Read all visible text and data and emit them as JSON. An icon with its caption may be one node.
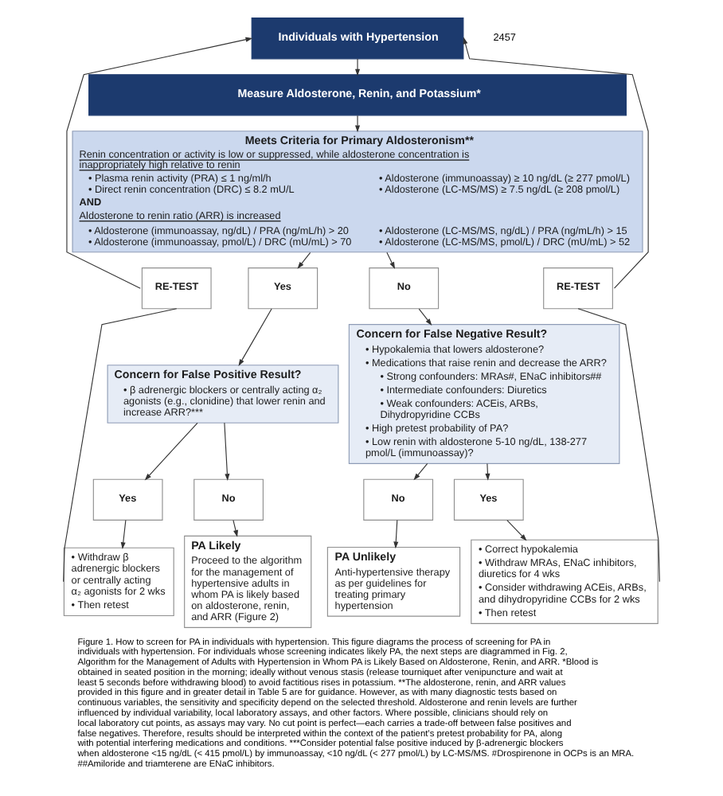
{
  "diagram": {
    "caption": "Figure 1. How to screen for PA in individuals with hypertension. This figure diagrams the process of screening for PA in individuals with hypertension. For individuals whose screening indicates likely PA, the next steps are diagrammed in Fig. 2, Algorithm for the Management of Adults with Hypertension in Whom PA is Likely Based on Aldosterone, Renin, and ARR. *Blood is obtained in seated position in the morning; ideally without venous stasis (release tourniquet after venipuncture and wait at least 5 seconds before withdrawing blood) to avoid factitious rises in potassium. **The aldosterone, renin, and ARR values provided in this figure and in greater detail in Table 5 are for guidance. However, as with many diagnostic tests based on continuous variables, the sensitivity and specificity depend on the selected threshold. Aldosterone and renin levels are further influenced by individual variability, local laboratory assays, and other factors. Where possible, clinicians should rely on local laboratory cut points, as assays may vary. No cut point is perfect—each carries a trade-off between false positives and false negatives. Therefore, results should be interpreted within the context of the patient’s pretest probability for PA, along with potential interfering medications and conditions. ***Consider potential false positive induced by β-adrenergic blockers when aldosterone <15 ng/dL (< 415 pmol/L) by immunoassay, <10 ng/dL (< 277 pmol/L) by LC-MS/MS. #Drospirenone in OCPs is an MRA. ##Amiloride and triamterene are ENaC inhibitors.",
    "nodes": [
      {
        "text": [
          "Individuals with Hypertension"
        ]
      },
      {
        "text": [
          "Measure Aldosterone, Renin, and Potassium*"
        ]
      },
      {
        "text": [
          "Meets Criteria for Primary Aldosteronism**",
          "Renin concentration or activity is low or suppressed, while aldosterone concentration is inappropriately high relative to renin",
          "• Plasma renin activity (PRA) ≤ 1 ng/ml/h",
          "• Direct renin concentration (DRC) ≤ 8.2 mU/L",
          "• Aldosterone (immunoassay) ≥ 10 ng/dL (≥ 277 pmol/L)",
          "• Aldosterone (LC-MS/MS) ≥ 7.5 ng/dL (≥ 208 pmol/L)",
          "AND",
          "Aldosterone to renin ratio (ARR) is increased",
          "• Aldosterone (immunoassay, ng/dL) / PRA (ng/mL/h) > 20",
          "• Aldosterone (immunoassay, pmol/L) / DRC (mU/mL) > 70",
          "• Aldosterone (LC-MS/MS, ng/dL) / PRA (ng/mL/h) > 15",
          "• Aldosterone (LC-MS/MS, pmol/L) / DRC (mU/mL) > 52"
        ]
      },
      {
        "text": [
          "RE-TEST"
        ]
      },
      {
        "text": [
          "Yes"
        ]
      },
      {
        "text": [
          "No"
        ]
      },
      {
        "text": [
          "RE-TEST"
        ]
      },
      {
        "text": [
          "Concern for False Positive Result?",
          "• β adrenergic blockers or centrally acting α₂ agonists (e.g., clonidine) that lower renin and increase ARR?***"
        ]
      },
      {
        "text": [
          "Concern for False Negative Result?",
          "• Hypokalemia that lowers aldosterone?",
          "• Medications that raise renin and decrease the ARR?",
          "• Strong confounders: MRAs#, ENaC inhibitors##",
          "• Intermediate confounders: Diuretics",
          "• Weak confounders: ACEis, ARBs, Dihydropyridine CCBs",
          "• High pretest probability of PA?",
          "• Low renin with aldosterone 5-10 ng/dL, 138-277 pmol/L (immunoassay)?"
        ]
      },
      {
        "text": [
          "Yes"
        ]
      },
      {
        "text": [
          "No"
        ]
      },
      {
        "text": [
          "No"
        ]
      },
      {
        "text": [
          "Yes"
        ]
      },
      {
        "text": [
          "• Withdraw β adrenergic blockers or centrally acting α₂ agonists for 2 wks",
          "• Then retest"
        ]
      },
      {
        "text": [
          "PA Likely",
          "Proceed to the algorithm for the management of hypertensive adults in whom PA is likely based on aldosterone, renin, and ARR (Figure 2)"
        ]
      },
      {
        "text": [
          "PA Unlikely",
          "Anti-hypertensive therapy as per guidelines for treating primary hypertension"
        ]
      },
      {
        "text": [
          "• Correct hypokalemia",
          "• Withdraw MRAs, ENaC inhibitors, diuretics for 4 wks",
          "• Consider withdrawing ACEis, ARBs, and dihydropyridine CCBs for 2 wks",
          "• Then retest"
        ]
      }
    ],
    "edges": [
      {
        "from": 0,
        "to": 1,
        "arrow": "to"
      },
      {
        "from": 1,
        "to": 2,
        "arrow": "to"
      },
      {
        "from": 2,
        "to": 4,
        "arrow": "to"
      },
      {
        "from": 2,
        "to": 5,
        "arrow": "to"
      },
      {
        "from": 4,
        "to": 7,
        "arrow": "to"
      },
      {
        "from": 5,
        "to": 8,
        "arrow": "to"
      },
      {
        "from": 7,
        "to": 9,
        "arrow": "to"
      },
      {
        "from": 7,
        "to": 10,
        "arrow": "to"
      },
      {
        "from": 8,
        "to": 11,
        "arrow": "to"
      },
      {
        "from": 8,
        "to": 12,
        "arrow": "to"
      },
      {
        "from": 9,
        "to": 13,
        "arrow": "to"
      },
      {
        "from": 10,
        "to": 14,
        "arrow": "to"
      },
      {
        "from": 11,
        "to": 15,
        "arrow": "to"
      },
      {
        "from": 12,
        "to": 16,
        "arrow": "to"
      },
      {
        "from": 13,
        "to": 3,
        "arrow": "none"
      },
      {
        "from": 3,
        "to": 0,
        "arrow": "to"
      },
      {
        "from": 16,
        "to": 6,
        "arrow": "none"
      },
      {
        "from": 6,
        "to": 0,
        "arrow": "to"
      }
    ],
    "labels": [
      "2457"
    ]
  }
}
